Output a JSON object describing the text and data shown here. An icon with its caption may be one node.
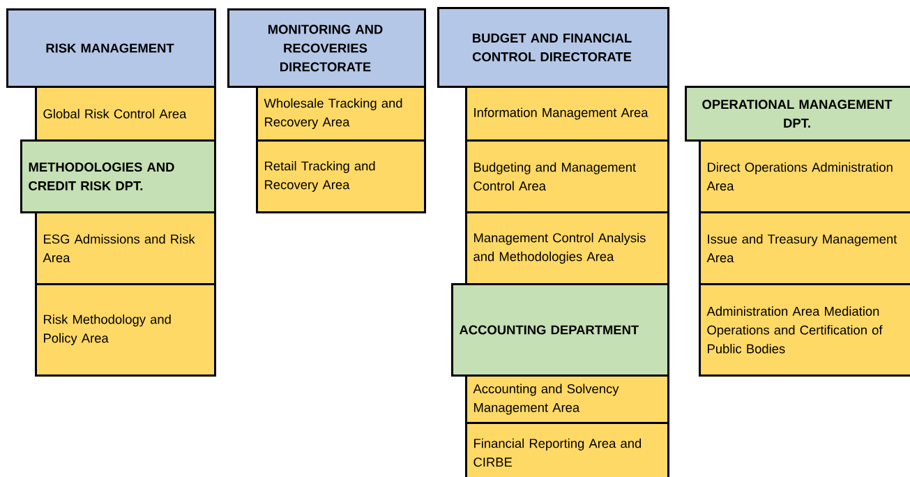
{
  "diagram": {
    "nodes": [
      {
        "text": [
          "RISK MANAGEMENT"
        ]
      },
      {
        "text": [
          "Global Risk Control Area"
        ]
      },
      {
        "text": [
          "METHODOLOGIES AND CREDIT RISK DPT."
        ]
      },
      {
        "text": [
          "ESG Admissions and Risk Area"
        ]
      },
      {
        "text": [
          "Risk Methodology and Policy Area"
        ]
      },
      {
        "text": [
          "MONITORING AND RECOVERIES DIRECTORATE"
        ]
      },
      {
        "text": [
          "Wholesale Tracking and Recovery Area"
        ]
      },
      {
        "text": [
          "Retail Tracking and Recovery Area"
        ]
      },
      {
        "text": [
          "BUDGET AND FINANCIAL CONTROL DIRECTORATE"
        ]
      },
      {
        "text": [
          "Information Management Area"
        ]
      },
      {
        "text": [
          "Budgeting and Management Control Area"
        ]
      },
      {
        "text": [
          "Management Control Analysis and Methodologies Area"
        ]
      },
      {
        "text": [
          "ACCOUNTING DEPARTMENT"
        ]
      },
      {
        "text": [
          "Accounting and Solvency Management Area"
        ]
      },
      {
        "text": [
          "Financial Reporting Area and CIRBE"
        ]
      },
      {
        "text": [
          "OPERATIONAL MANAGEMENT DPT."
        ]
      },
      {
        "text": [
          "Direct Operations Administration Area"
        ]
      },
      {
        "text": [
          "Issue and Treasury Management Area"
        ]
      },
      {
        "text": [
          "Administration Area Mediation Operations and Certification of Public Bodies"
        ]
      }
    ]
  }
}
